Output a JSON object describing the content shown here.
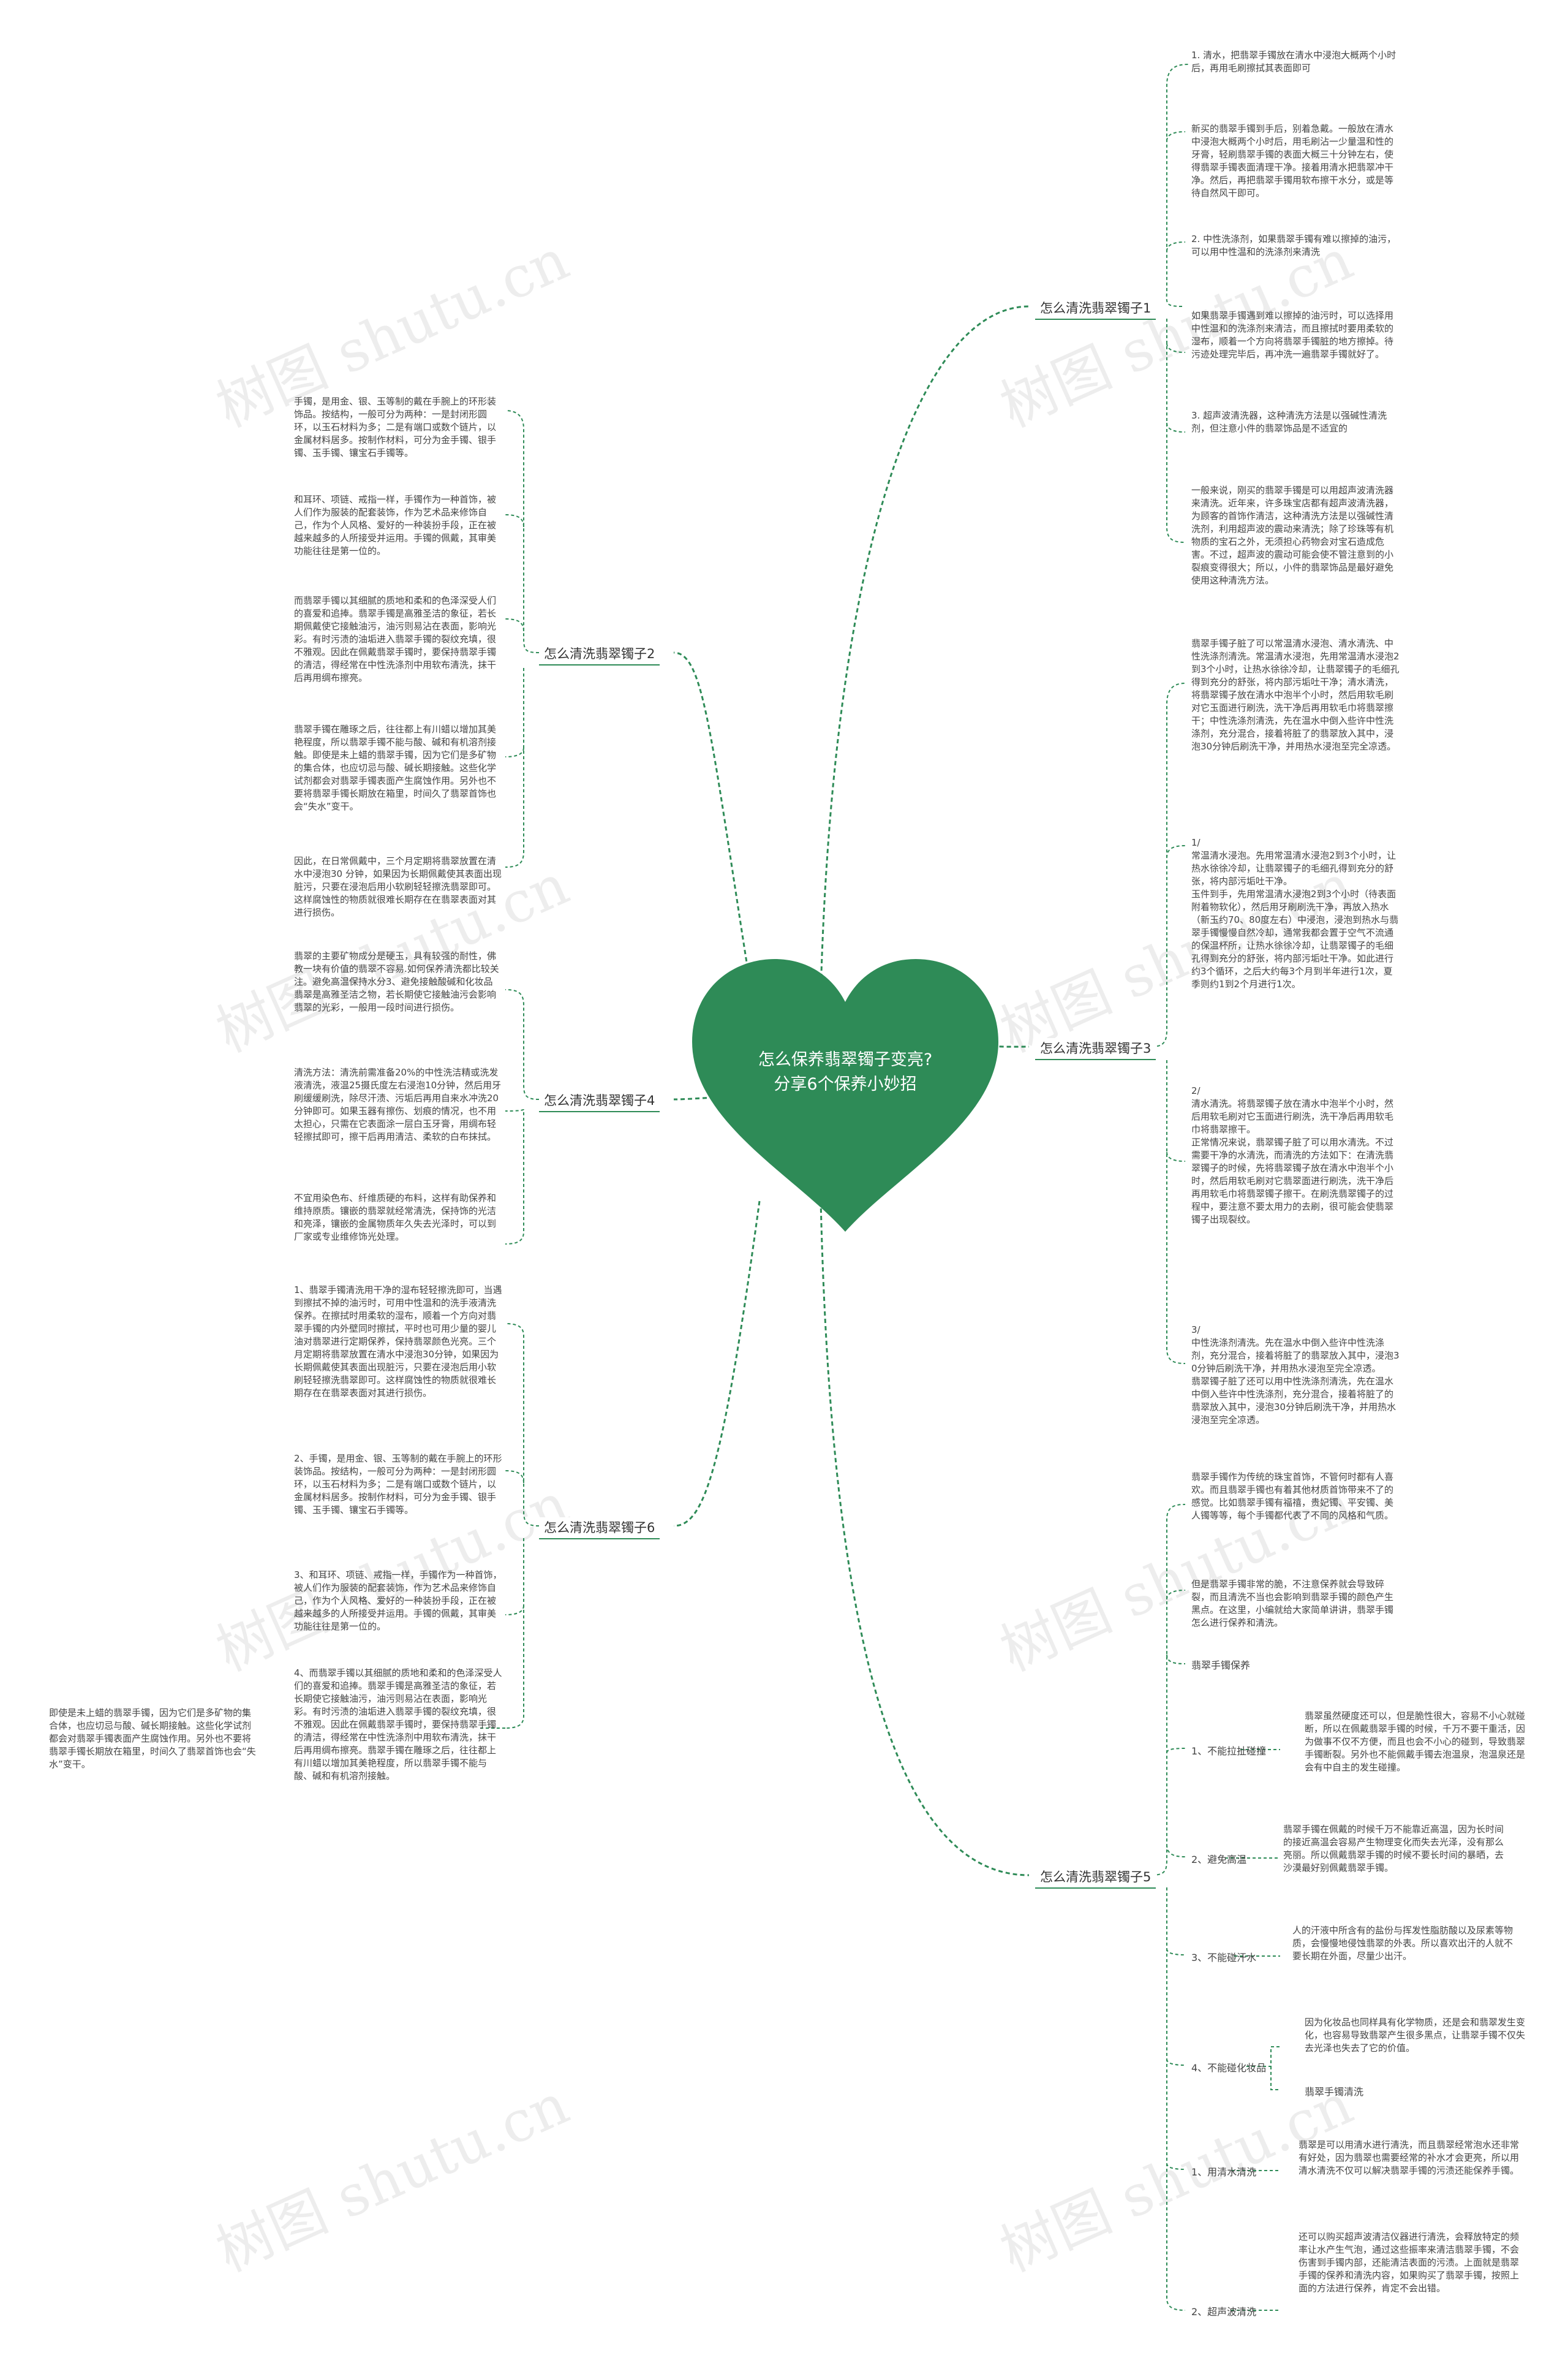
{
  "central": {
    "line1": "怎么保养翡翠镯子变亮?",
    "line2": "分享6个保养小妙招"
  },
  "watermark": "树图 shutu.cn",
  "colors": {
    "heart": "#2e8b57",
    "connector": "#2e8b57",
    "text": "#333333"
  },
  "branches": [
    {
      "label": "怎么清洗翡翠镯子1"
    },
    {
      "label": "怎么清洗翡翠镯子2"
    },
    {
      "label": "怎么清洗翡翠镯子3"
    },
    {
      "label": "怎么清洗翡翠镯子4"
    },
    {
      "label": "怎么清洗翡翠镯子5"
    },
    {
      "label": "怎么清洗翡翠镯子6"
    }
  ],
  "b1": [
    "1. 清水，把翡翠手镯放在清水中浸泡大概两个小时后，再用毛刷擦拭其表面即可",
    "新买的翡翠手镯到手后，别着急戴。一般放在清水中浸泡大概两个小时后，用毛刷沾一少量温和性的牙膏，轻刷翡翠手镯的表面大概三十分钟左右，使得翡翠手镯表面清理干净。接着用清水把翡翠冲干净。然后，再把翡翠手镯用软布擦干水分，或是等待自然风干即可。",
    "2. 中性洗涤剂，如果翡翠手镯有难以擦掉的油污，可以用中性温和的洗涤剂来清洗",
    "如果翡翠手镯遇到难以擦掉的油污时，可以选择用中性温和的洗涤剂来清洁，而且擦拭时要用柔软的湿布，顺着一个方向将翡翠手镯脏的地方擦掉。待污迹处理完毕后，再冲洗一遍翡翠手镯就好了。",
    "3. 超声波清洗器，这种清洗方法是以强碱性清洗剂，但注意小件的翡翠饰品是不适宜的",
    "一般来说，刚买的翡翠手镯是可以用超声波清洗器来清洗。近年来，许多珠宝店都有超声波清洗器，为顾客的首饰作清洁，这种清洗方法是以强碱性清洗剂，利用超声波的震动来清洗；除了珍珠等有机物质的宝石之外，无须担心药物会对宝石造成危害。不过，超声波的震动可能会使不管注意到的小裂痕变得很大；所以，小件的翡翠饰品是最好避免使用这种清洗方法。"
  ],
  "b2": [
    "手镯，是用金、银、玉等制的戴在手腕上的环形装饰品。按结构，一般可分为两种：一是封闭形圆环，以玉石材料为多；二是有端口或数个链片，以金属材料居多。按制作材料，可分为金手镯、银手镯、玉手镯、镶宝石手镯等。",
    "和耳环、项链、戒指一样，手镯作为一种首饰，被人们作为服装的配套装饰，作为艺术品来修饰自己，作为个人风格、爱好的一种装扮手段，正在被越来越多的人所接受并运用。手镯的佩戴，其审美功能往往是第一位的。",
    "而翡翠手镯以其细腻的质地和柔和的色泽深受人们的喜爱和追捧。翡翠手镯是高雅圣洁的象征，若长期佩戴使它接触油污，油污则易沾在表面，影响光彩。有时污渍的油垢进入翡翠手镯的裂纹充填，很不雅观。因此在佩戴翡翠手镯时，要保持翡翠手镯的清洁，得经常在中性洗涤剂中用软布清洗，抹干后再用绸布擦亮。",
    "翡翠手镯在雕琢之后，往往都上有川蜡以增加其美艳程度，所以翡翠手镯不能与酸、碱和有机溶剂接触。即使是未上蜡的翡翠手镯，因为它们是多矿物的集合体，也应切忌与酸、碱长期接触。这些化学试剂都会对翡翠手镯表面产生腐蚀作用。另外也不要将翡翠手镯长期放在箱里，时间久了翡翠首饰也会“失水”变干。",
    "因此，在日常佩戴中，三个月定期将翡翠放置在清水中浸泡30 分钟，如果因为长期佩戴使其表面出现脏污，只要在浸泡后用小软刷轻轻擦洗翡翠即可。这样腐蚀性的物质就很难长期存在在翡翠表面对其进行损伤。"
  ],
  "b3": [
    "翡翠手镯子脏了可以常温清水浸泡、清水清洗、中性洗涤剂清洗。常温清水浸泡，先用常温清水浸泡2到3个小时，让热水徐徐冷却，让翡翠镯子的毛细孔得到充分的舒张，将内部污垢吐干净；清水清洗，将翡翠镯子放在清水中泡半个小时，然后用软毛刷对它玉面进行刷洗，洗干净后再用软毛巾将翡翠擦干；中性洗涤剂清洗，先在温水中倒入些许中性洗涤剂，充分混合，接着将脏了的翡翠放入其中，浸泡30分钟后刷洗干净，并用热水浸泡至完全凉透。",
    "1/\n常温清水浸泡。先用常温清水浸泡2到3个小时，让热水徐徐冷却，让翡翠镯子的毛细孔得到充分的舒张，将内部污垢吐干净。\n玉件到手，先用常温清水浸泡2到3个小时（待表面附着物软化），然后用牙刷刷洗干净，再放入热水（新玉约70、80度左右）中浸泡，浸泡到热水与翡翠手镯慢慢自然冷却，通常我都会置于空气不流通的保温杯所，让热水徐徐冷却，让翡翠镯子的毛细孔得到充分的舒张，将内部污垢吐干净。如此进行约3个循环，之后大约每3个月到半年进行1次，夏季则约1到2个月进行1次。",
    "2/\n清水清洗。将翡翠镯子放在清水中泡半个小时，然后用软毛刷对它玉面进行刷洗，洗干净后再用软毛巾将翡翠擦干。\n正常情况来说，翡翠镯子脏了可以用水清洗。不过需要干净的水清洗，而清洗的方法如下：在清洗翡翠镯子的时候，先将翡翠镯子放在清水中泡半个小时，然后用软毛刷对它翡翠面进行刷洗，洗干净后再用软毛巾将翡翠镯子擦干。在刷洗翡翠镯子的过程中，要注意不要太用力的去刷，很可能会使翡翠镯子出现裂纹。",
    "3/\n中性洗涤剂清洗。先在温水中倒入些许中性洗涤剂，充分混合，接着将脏了的翡翠放入其中，浸泡30分钟后刷洗干净，并用热水浸泡至完全凉透。\n翡翠镯子脏了还可以用中性洗涤剂清洗，先在温水中倒入些许中性洗涤剂，充分混合，接着将脏了的翡翠放入其中，浸泡30分钟后刷洗干净，并用热水浸泡至完全凉透。"
  ],
  "b4": [
    "翡翠的主要矿物成分是硬玉，具有较强的耐性，佛教一块有价值的翡翠不容易.如何保养清洗都比较关注。避免高温保持水分3、避免接触酸碱和化妆品　翡翠是高雅圣洁之物，若长期使它接触油污会影响翡翠的光彩，一般用一段时间进行损伤。",
    "清洗方法：清洗前需准备20%的中性洗洁精或洗发液清洗，液温25摄氏度左右浸泡10分钟，然后用牙刷缓缓刷洗，除尽汗渍、污垢后再用自来水冲洗20分钟即可。如果玉器有擦伤、划痕的情况，也不用太担心，只需在它表面涂一层白玉牙膏，用绸布轻轻擦拭即可，擦干后再用清洁、柔软的白布抹拭。",
    "不宜用染色布、纤维质硬的布料，这样有助保养和维持原质。镶嵌的翡翠就经常清洗，保持饰的光洁和亮泽，镶嵌的金属物质年久失去光泽时，可以到厂家或专业维修饰光处理。"
  ],
  "b5": {
    "intro": [
      "翡翠手镯作为传统的珠宝首饰，不管何时都有人喜欢。而且翡翠手镯也有着其他材质首饰带来不了的感觉。比如翡翠手镯有福禧，贵妃镯、平安镯、美人镯等等，每个手镯都代表了不同的风格和气质。",
      "但是翡翠手镯非常的脆，不注意保养就会导致碎裂，而且清洗不当也会影响到翡翠手镯的颜色产生黑点。在这里，小编就给大家简单讲讲，翡翠手镯怎么进行保养和清洗。",
      "翡翠手镯保养"
    ],
    "items": [
      {
        "label": "1、不能拉扯碰撞",
        "text": "翡翠虽然硬度还可以，但是脆性很大，容易不小心就碰断，所以在佩戴翡翠手镯的时候，千万不要干重活，因为做事不仅不方便，而且也会不小心的碰到，导致翡翠手镯断裂。另外也不能佩戴手镯去泡温泉，泡温泉还是会有中自主的发生碰撞。"
      },
      {
        "label": "2、避免高温",
        "text": "翡翠手镯在佩戴的时候千万不能靠近高温，因为长时间的接近高温会容易产生物理变化而失去光泽，没有那么亮丽。所以佩戴翡翠手镯的时候不要长时间的暴晒，去沙漠最好别佩戴翡翠手镯。"
      },
      {
        "label": "3、不能碰汗水",
        "text": "人的汗液中所含有的盐份与挥发性脂肪酸以及尿素等物质，会慢慢地侵蚀翡翠的外表。所以喜欢出汗的人就不要长期在外面，尽量少出汗。"
      },
      {
        "label": "4、不能碰化妆品",
        "text": "因为化妆品也同样具有化学物质，还是会和翡翠发生变化，也容易导致翡翠产生很多黑点，让翡翠手镯不仅失去光泽也失去了它的价值。",
        "extra": "翡翠手镯清洗"
      },
      {
        "label": "1、用清水清洗",
        "text": "翡翠是可以用清水进行清洗，而且翡翠经常泡水还非常有好处，因为翡翠也需要经常的补水才会更亮，所以用清水清洗不仅可以解决翡翠手镯的污渍还能保养手镯。"
      },
      {
        "label": "2、超声波清洗",
        "text": "还可以购买超声波清洁仪器进行清洗，会释放特定的频率让水产生气泡，通过这些振率来清洁翡翠手镯，不会伤害到手镯内部，还能清洁表面的污渍。上面就是翡翠手镯的保养和清洗内容，如果购买了翡翠手镯，按照上面的方法进行保养，肯定不会出错。"
      }
    ]
  },
  "b6": [
    "1、翡翠手镯清洗用干净的湿布轻轻擦洗即可，当遇到擦拭不掉的油污时，可用中性温和的洗手液清洗保养。在擦拭时用柔软的湿布，顺着一个方向对翡翠手镯的内外壁同时擦拭，平时也可用少量的婴儿油对翡翠进行定期保养，保持翡翠颜色光亮。三个月定期将翡翠放置在清水中浸泡30分钟，如果因为长期佩戴使其表面出现脏污，只要在浸泡后用小软刷轻轻擦洗翡翠即可。这样腐蚀性的物质就很难长期存在在翡翠表面对其进行损伤。",
    "2、手镯，是用金、银、玉等制的戴在手腕上的环形装饰品。按结构，一般可分为两种：一是封闭形圆环，以玉石材料为多；二是有端口或数个链片，以金属材料居多。按制作材料，可分为金手镯、银手镯、玉手镯、镶宝石手镯等。",
    "3、和耳环、项链、戒指一样，手镯作为一种首饰，被人们作为服装的配套装饰，作为艺术品来修饰自己，作为个人风格、爱好的一种装扮手段，正在被越来越多的人所接受并运用。手镯的佩戴，其审美功能往往是第一位的。",
    "4、而翡翠手镯以其细腻的质地和柔和的色泽深受人们的喜爱和追捧。翡翠手镯是高雅圣洁的象征，若长期使它接触油污，油污则易沾在表面，影响光彩。有时污渍的油垢进入翡翠手镯的裂纹充填，很不雅观。因此在佩戴翡翠手镯时，要保持翡翠手镯的清洁，得经常在中性洗涤剂中用软布清洗，抹干后再用绸布擦亮。翡翠手镯在雕琢之后，往往都上有川蜡以增加其美艳程度，所以翡翠手镯不能与酸、碱和有机溶剂接触。",
    "即使是未上蜡的翡翠手镯，因为它们是多矿物的集合体，也应切忌与酸、碱长期接触。这些化学试剂都会对翡翠手镯表面产生腐蚀作用。另外也不要将翡翠手镯长期放在箱里，时间久了翡翠首饰也会“失水”变干。"
  ]
}
